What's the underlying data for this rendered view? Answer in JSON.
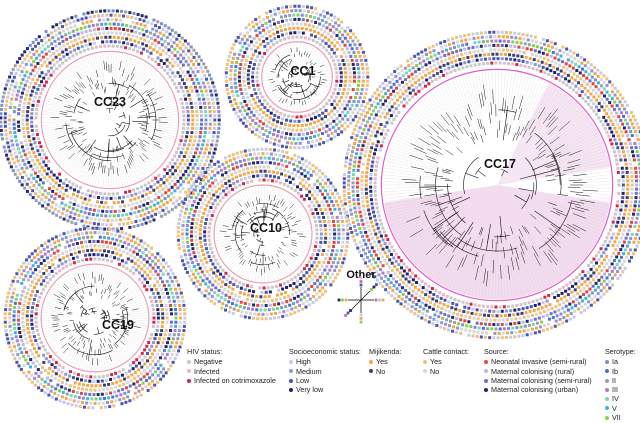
{
  "clusters": [
    {
      "label": "CC23",
      "leaves": 150,
      "shade": false,
      "seed": 11
    },
    {
      "label": "CC1",
      "leaves": 60,
      "shade": false,
      "seed": 23
    },
    {
      "label": "CC17",
      "leaves": 210,
      "shade": true,
      "seed": 37
    },
    {
      "label": "CC10",
      "leaves": 90,
      "shade": false,
      "seed": 41
    },
    {
      "label": "CC19",
      "leaves": 120,
      "shade": false,
      "seed": 53
    }
  ],
  "other_label": "Other",
  "legend": [
    {
      "title": "HIV status:",
      "items": [
        {
          "label": "Negative",
          "color": "#c8c8c8"
        },
        {
          "label": "Infected",
          "color": "#f0b3c8"
        },
        {
          "label": "Infected on cotrimoxazole",
          "color": "#d6234a"
        }
      ]
    },
    {
      "title": "Socioeconomic status:",
      "items": [
        {
          "label": "High",
          "color": "#c6cbe8"
        },
        {
          "label": "Medium",
          "color": "#8e97d4"
        },
        {
          "label": "Low",
          "color": "#4a55b0"
        },
        {
          "label": "Very low",
          "color": "#1c2270"
        }
      ]
    },
    {
      "title": "Mijikenda:",
      "items": [
        {
          "label": "Yes",
          "color": "#f2a84a"
        },
        {
          "label": "No",
          "color": "#3a3f7a"
        }
      ]
    },
    {
      "title": "Cattle contact:",
      "items": [
        {
          "label": "Yes",
          "color": "#f0c27a"
        },
        {
          "label": "No",
          "color": "#d8d8d8"
        }
      ]
    },
    {
      "title": "Source:",
      "items": [
        {
          "label": "Neonatal invasive (semi-rural)",
          "color": "#e8443a"
        },
        {
          "label": "Maternal colonising (rural)",
          "color": "#b9b9e6"
        },
        {
          "label": "Maternal colonising (semi-rural)",
          "color": "#6b73c9"
        },
        {
          "label": "Maternal colonising (urban)",
          "color": "#23286e"
        }
      ]
    },
    {
      "title": "Serotype:",
      "items": [
        {
          "label": "Ia",
          "color": "#7a8fd8"
        },
        {
          "label": "Ib",
          "color": "#4f6fcf"
        },
        {
          "label": "II",
          "color": "#9aa0a6"
        },
        {
          "label": "III",
          "color": "#b07ad8"
        },
        {
          "label": "IV",
          "color": "#7ad8b4"
        },
        {
          "label": "V",
          "color": "#3ab4e6"
        },
        {
          "label": "VII",
          "color": "#8ccf4a"
        }
      ]
    }
  ]
}
